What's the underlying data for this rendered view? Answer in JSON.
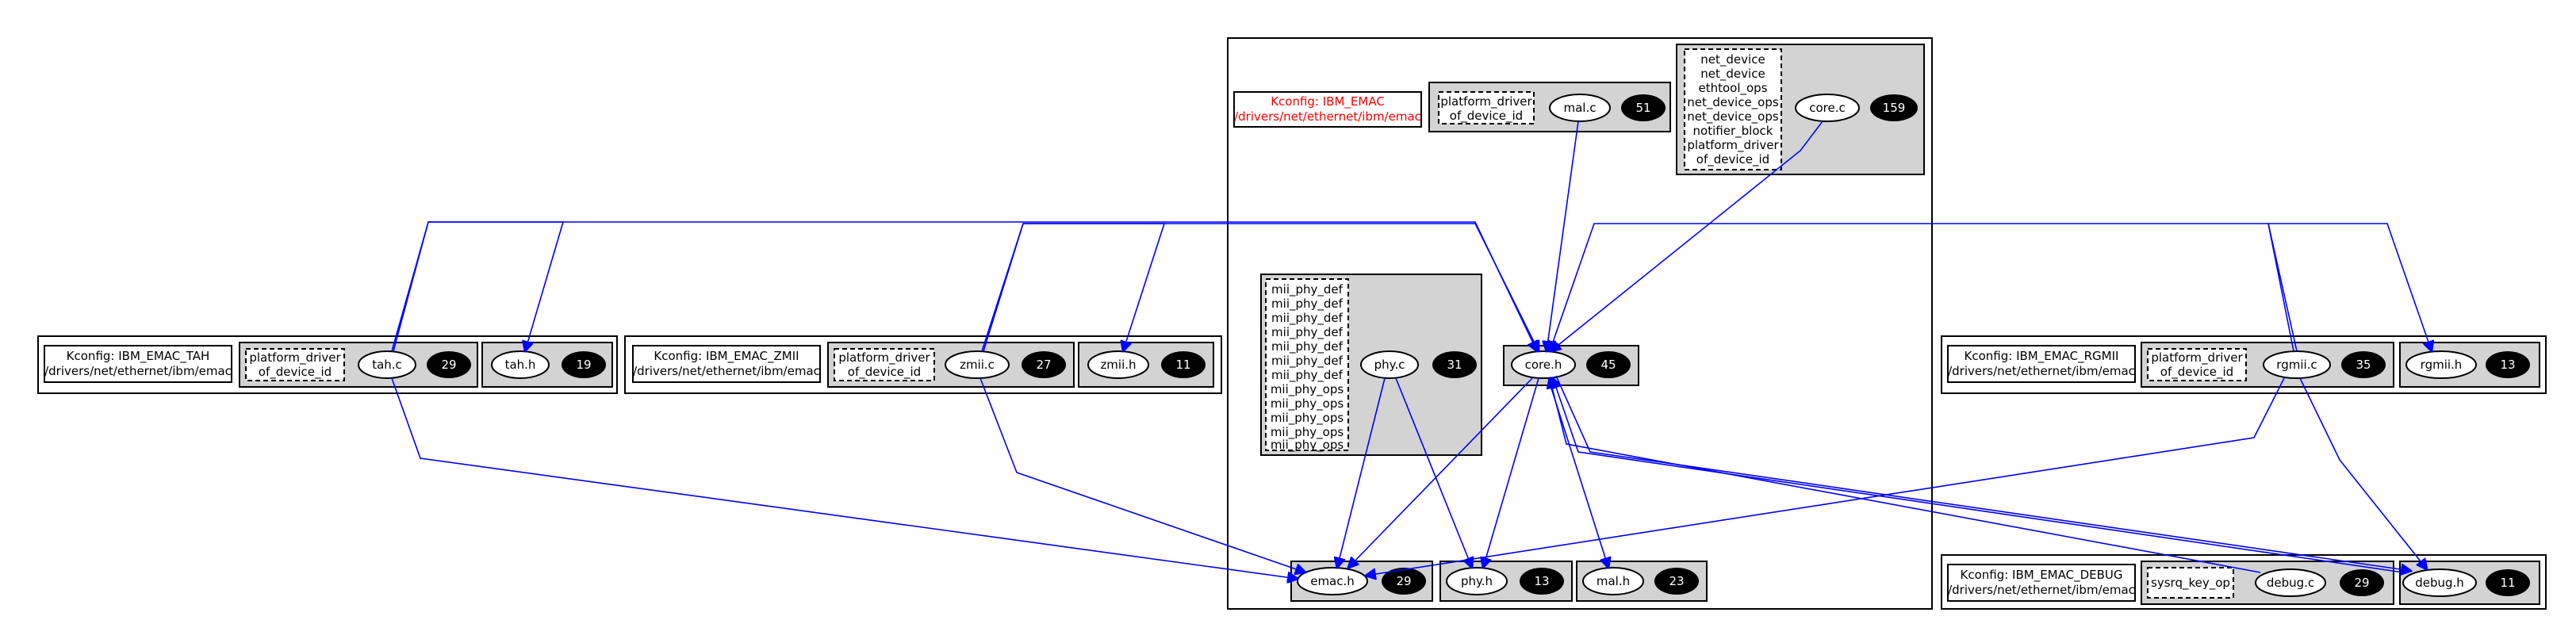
{
  "kconfig": {
    "emac": {
      "line1": "Kconfig: IBM_EMAC",
      "line2": "/drivers/net/ethernet/ibm/emac"
    },
    "tah": {
      "line1": "Kconfig: IBM_EMAC_TAH",
      "line2": "/drivers/net/ethernet/ibm/emac"
    },
    "zmii": {
      "line1": "Kconfig: IBM_EMAC_ZMII",
      "line2": "/drivers/net/ethernet/ibm/emac"
    },
    "rgmii": {
      "line1": "Kconfig: IBM_EMAC_RGMII",
      "line2": "/drivers/net/ethernet/ibm/emac"
    },
    "debug": {
      "line1": "Kconfig: IBM_EMAC_DEBUG",
      "line2": "/drivers/net/ethernet/ibm/emac"
    }
  },
  "files": {
    "mal_c": {
      "name": "mal.c",
      "count": "51"
    },
    "core_c": {
      "name": "core.c",
      "count": "159"
    },
    "phy_c": {
      "name": "phy.c",
      "count": "31"
    },
    "core_h": {
      "name": "core.h",
      "count": "45"
    },
    "emac_h": {
      "name": "emac.h",
      "count": "29"
    },
    "phy_h": {
      "name": "phy.h",
      "count": "13"
    },
    "mal_h": {
      "name": "mal.h",
      "count": "23"
    },
    "tah_c": {
      "name": "tah.c",
      "count": "29"
    },
    "tah_h": {
      "name": "tah.h",
      "count": "19"
    },
    "zmii_c": {
      "name": "zmii.c",
      "count": "27"
    },
    "zmii_h": {
      "name": "zmii.h",
      "count": "11"
    },
    "rgmii_c": {
      "name": "rgmii.c",
      "count": "35"
    },
    "rgmii_h": {
      "name": "rgmii.h",
      "count": "13"
    },
    "debug_c": {
      "name": "debug.c",
      "count": "29"
    },
    "debug_h": {
      "name": "debug.h",
      "count": "11"
    }
  },
  "symbols": {
    "mal_c": [
      "platform_driver",
      "of_device_id"
    ],
    "core_c": [
      "net_device",
      "net_device",
      "ethtool_ops",
      "net_device_ops",
      "net_device_ops",
      "notifier_block",
      "platform_driver",
      "of_device_id"
    ],
    "phy_c": [
      "mii_phy_def",
      "mii_phy_def",
      "mii_phy_def",
      "mii_phy_def",
      "mii_phy_def",
      "mii_phy_def",
      "mii_phy_def",
      "mii_phy_ops",
      "mii_phy_ops",
      "mii_phy_ops",
      "mii_phy_ops",
      "mii_phy_ops"
    ],
    "tah_c": [
      "platform_driver",
      "of_device_id"
    ],
    "zmii_c": [
      "platform_driver",
      "of_device_id"
    ],
    "rgmii_c": [
      "platform_driver",
      "of_device_id"
    ],
    "debug_c": [
      "sysrq_key_op"
    ]
  },
  "colors": {
    "edge": "#0000ff",
    "group_fill": "#d3d3d3",
    "kconfig_main": "#ff0000",
    "count_fill": "#000000"
  }
}
